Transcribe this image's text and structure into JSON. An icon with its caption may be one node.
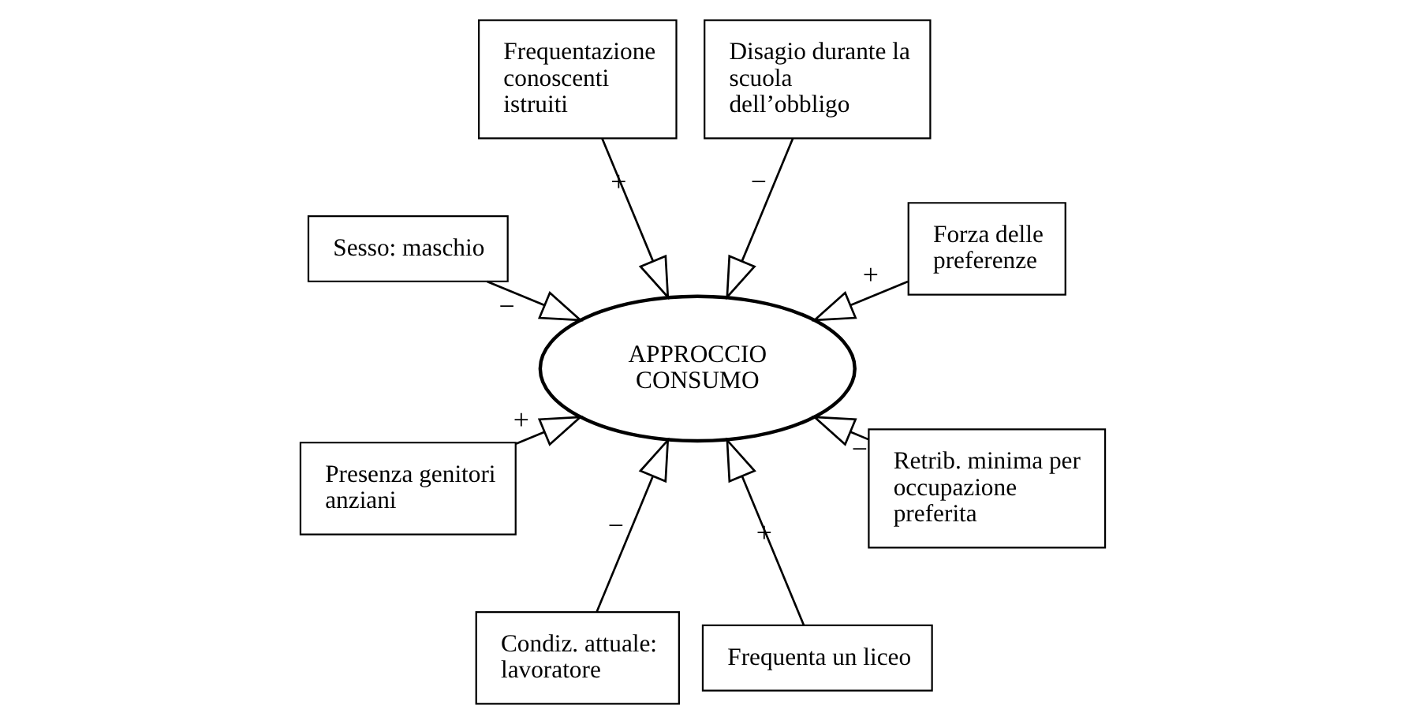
{
  "diagram": {
    "nodes": [
      {
        "text": [
          "Forza delle preferenze"
        ]
      },
      {
        "text": [
          "Disagio durante la scuola dell’obbligo"
        ]
      },
      {
        "text": [
          "Frequentazione conoscenti istruiti"
        ]
      },
      {
        "text": [
          "Sesso: maschio"
        ]
      },
      {
        "text": [
          "APPROCCIO CONSUMO"
        ]
      },
      {
        "text": [
          "Presenza genitori anziani"
        ]
      },
      {
        "text": [
          "Condiz. attuale: lavoratore"
        ]
      },
      {
        "text": [
          "Frequenta un liceo"
        ]
      },
      {
        "text": [
          "Retrib. minima per occupazione preferita"
        ]
      }
    ],
    "edges": [
      {
        "from": 0,
        "to": 4,
        "arrow": "to",
        "label": "+"
      },
      {
        "from": 1,
        "to": 4,
        "arrow": "to",
        "label": "−"
      },
      {
        "from": 3,
        "to": 4,
        "arrow": "to",
        "label": "−"
      },
      {
        "from": 6,
        "to": 4,
        "arrow": "to",
        "label": "−"
      },
      {
        "from": 8,
        "to": 4,
        "arrow": "to",
        "label": "−"
      },
      {
        "from": 7,
        "to": 4,
        "arrow": "to",
        "label": "+"
      },
      {
        "from": 5,
        "to": 4,
        "arrow": "to",
        "label": "+"
      },
      {
        "from": 2,
        "to": 4,
        "arrow": "to",
        "label": "+"
      }
    ]
  }
}
